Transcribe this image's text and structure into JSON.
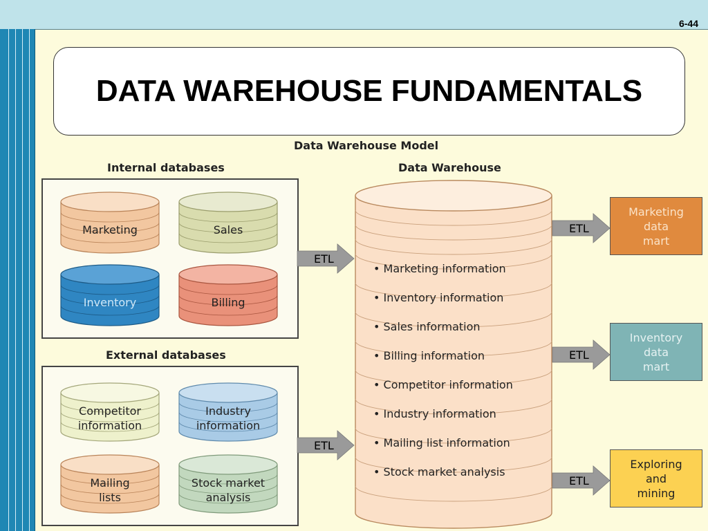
{
  "slide": {
    "number": "6-44",
    "title": "DATA WAREHOUSE FUNDAMENTALS"
  },
  "diagram": {
    "title": "Data Warehouse Model",
    "internal_heading": "Internal databases",
    "external_heading": "External databases",
    "warehouse_heading": "Data Warehouse",
    "etl_label": "ETL",
    "internal_databases": [
      {
        "lines": [
          "Marketing"
        ]
      },
      {
        "lines": [
          "Sales"
        ]
      },
      {
        "lines": [
          "Inventory"
        ]
      },
      {
        "lines": [
          "Billing"
        ]
      }
    ],
    "external_databases": [
      {
        "lines": [
          "Competitor",
          "information"
        ]
      },
      {
        "lines": [
          "Industry",
          "information"
        ]
      },
      {
        "lines": [
          "Mailing",
          "lists"
        ]
      },
      {
        "lines": [
          "Stock market",
          "analysis"
        ]
      }
    ],
    "warehouse_items": [
      "• Marketing information",
      "• Inventory information",
      "• Sales information",
      "• Billing information",
      "• Competitor information",
      "• Industry information",
      "• Mailing list information",
      "• Stock market analysis"
    ],
    "outputs": [
      {
        "lines": [
          "Marketing",
          "data",
          "mart"
        ]
      },
      {
        "lines": [
          "Inventory",
          "data",
          "mart"
        ]
      },
      {
        "lines": [
          "Exploring",
          "and",
          "mining"
        ]
      }
    ],
    "colors": {
      "marketing": "#f2c7a0",
      "sales": "#d9dcae",
      "inventory": "#2f86c2",
      "billing": "#e9917a",
      "competitor": "#eef1cc",
      "industry": "#a9cbe6",
      "mailing": "#f2c7a0",
      "stock": "#c2d8be",
      "warehouse": "#fbe0c8",
      "marketing_mart": "#e08a3e",
      "inventory_mart": "#7fb4b5",
      "exploring": "#fcd152",
      "arrow": "#9a9a9a"
    }
  }
}
